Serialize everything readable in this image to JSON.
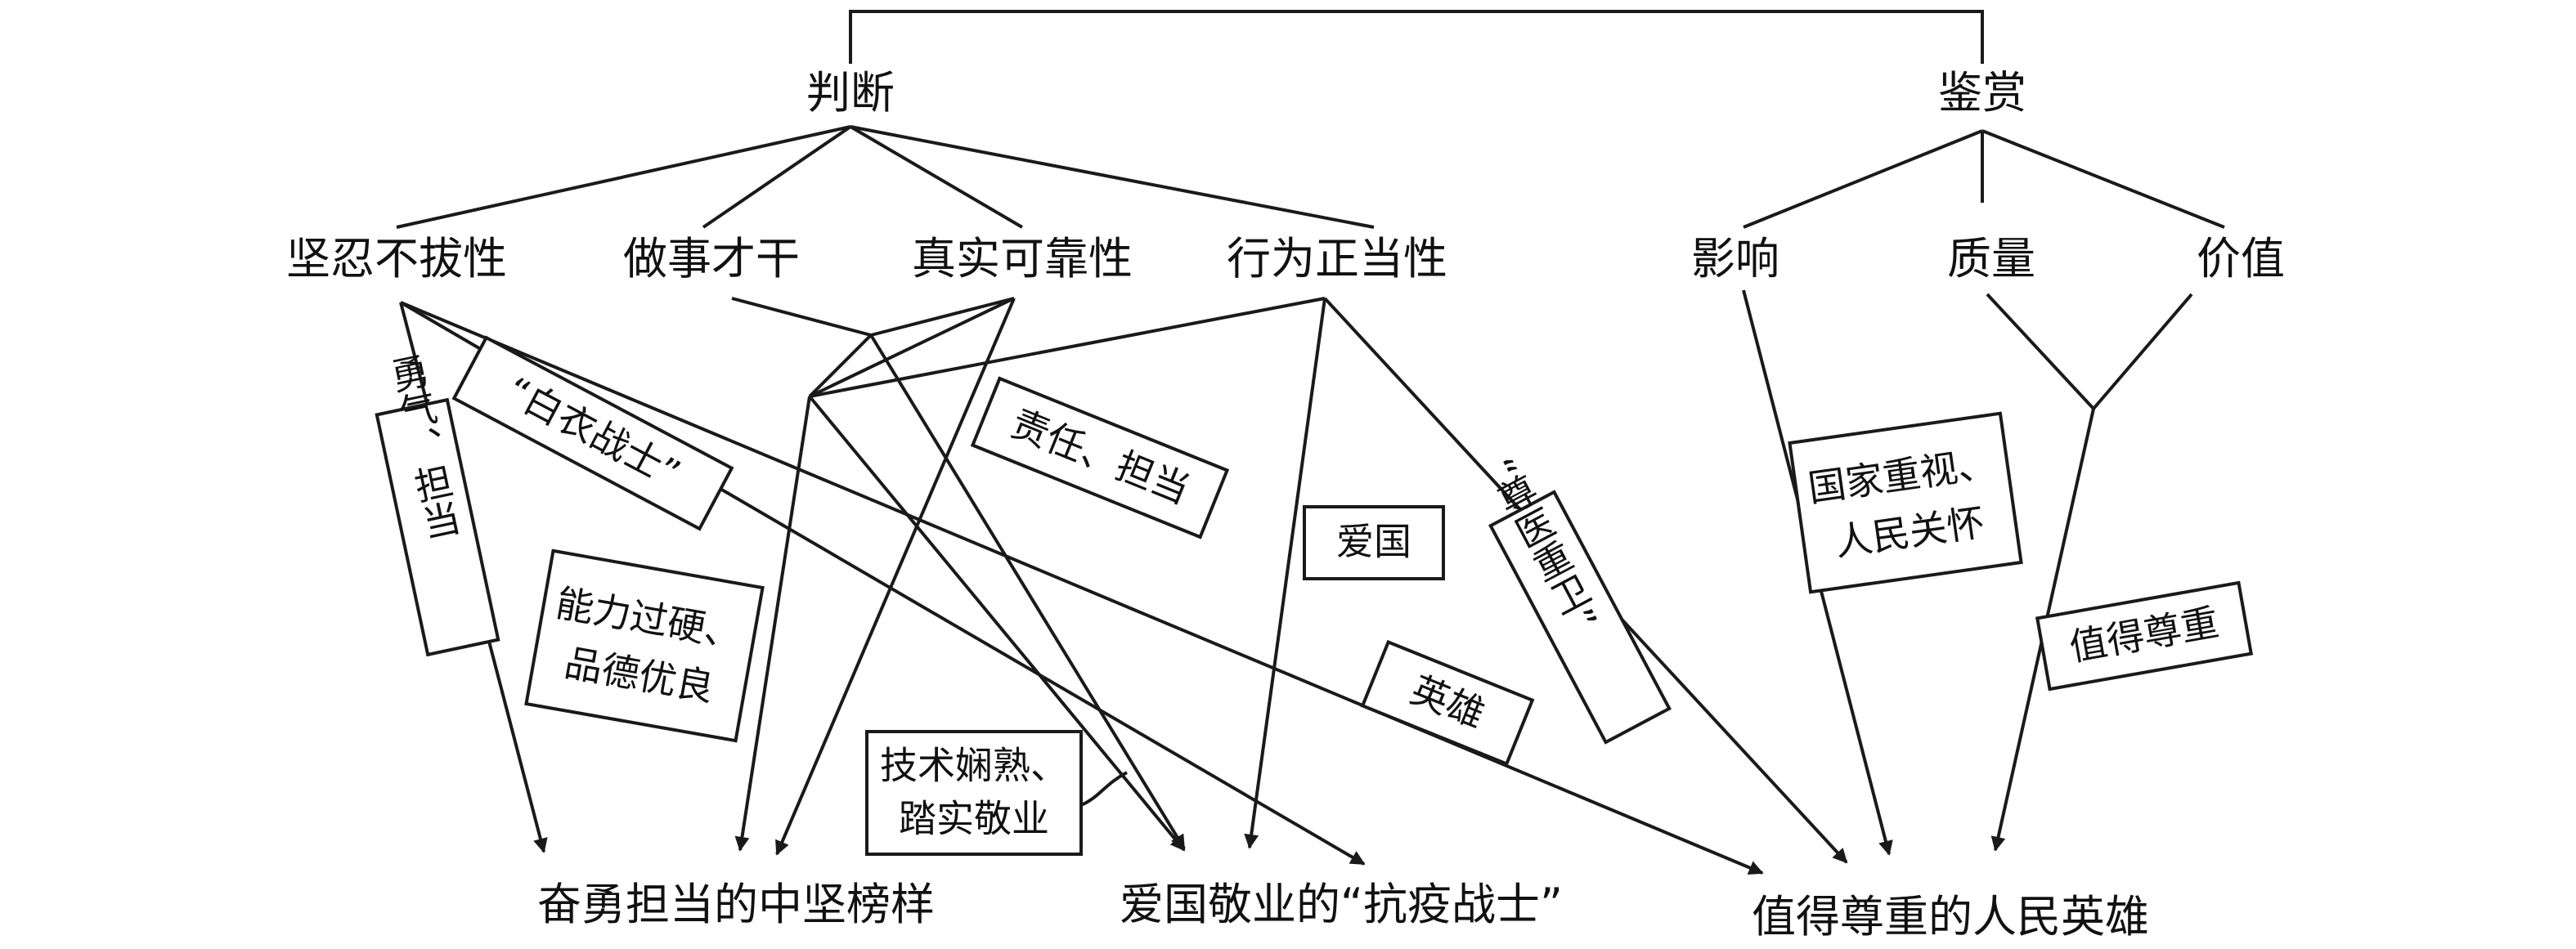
{
  "categories": {
    "judgement": "判断",
    "appreciation": "鉴赏"
  },
  "judgement_items": {
    "tenacity": "坚忍不拔性",
    "capacity": "做事才干",
    "veracity": "真实可靠性",
    "propriety": "行为正当性"
  },
  "appreciation_items": {
    "impact": "影响",
    "quality": "质量",
    "valuation": "价值"
  },
  "targets": {
    "backbone": "奋勇担当的中坚榜样",
    "fighters": "爱国敬业的“抗疫战士”",
    "heroes": "值得尊重的人民英雄"
  },
  "labels": {
    "courage": "勇气、担当",
    "white_coat": "“白衣战士”",
    "ability_line1": "能力过硬、",
    "ability_line2": "品德优良",
    "responsibility": "责任、担当",
    "skill_line1": "技术娴熟、",
    "skill_line2": "踏实敬业",
    "patriotism": "爱国",
    "hero": "英雄",
    "respect_doctors": "“尊医重卫”",
    "national_line1": "国家重视、",
    "national_line2": "人民关怀",
    "respected": "值得尊重"
  }
}
